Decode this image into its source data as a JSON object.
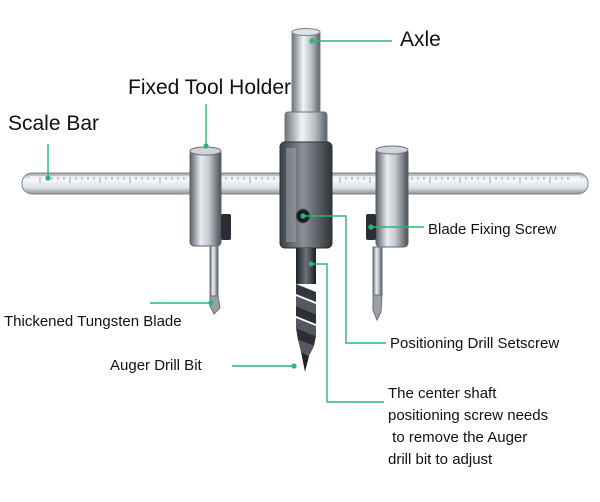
{
  "labels": {
    "axle": "Axle",
    "fixed_tool_holder": "Fixed Tool Holder",
    "scale_bar": "Scale Bar",
    "blade_fixing_screw": "Blade Fixing Screw",
    "thickened_tungsten_blade": "Thickened Tungsten Blade",
    "positioning_drill_setscrew": "Positioning Drill Setscrew",
    "auger_drill_bit": "Auger Drill Bit",
    "center_shaft_note": [
      "The center shaft",
      "positioning screw needs",
      " to remove the Auger",
      "drill bit to adjust"
    ]
  },
  "colors": {
    "leader_line": "#2bb673",
    "metal_light": "#e9ecef",
    "metal_mid": "#a7aeb5",
    "metal_dark": "#3c4248",
    "bit_dark": "#2a2d31"
  }
}
